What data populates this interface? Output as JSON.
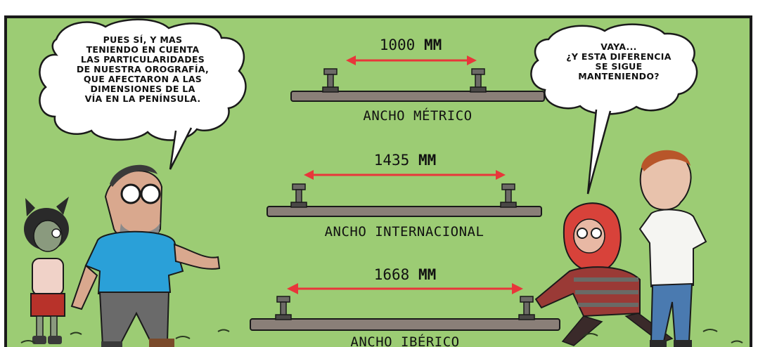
{
  "speech": {
    "left": "PUES SÍ, Y MAS\nTENIENDO EN CUENTA\nLAS PARTICULARIDADES\nDE NUESTRA OROGRAFÍA,\nQUE AFECTARON A LAS\nDIMENSIONES DE LA\nVÍA EN LA PENÍNSULA.",
    "right": "VAYA...\n¿Y ESTA DIFERENCIA\nSE SIGUE\nMANTENIENDO?"
  },
  "gauges": [
    {
      "width_value": "1000",
      "unit": "MM",
      "label": "ANCHO MÉTRICO"
    },
    {
      "width_value": "1435",
      "unit": "MM",
      "label": "ANCHO INTERNACIONAL"
    },
    {
      "width_value": "1668",
      "unit": "MM",
      "label": "ANCHO IBÉRICO"
    }
  ],
  "colors": {
    "panel_background": "#9ccc74",
    "arrow": "#e8363a",
    "sleeper": "#8a7f78",
    "outline": "#1a1a1a"
  }
}
